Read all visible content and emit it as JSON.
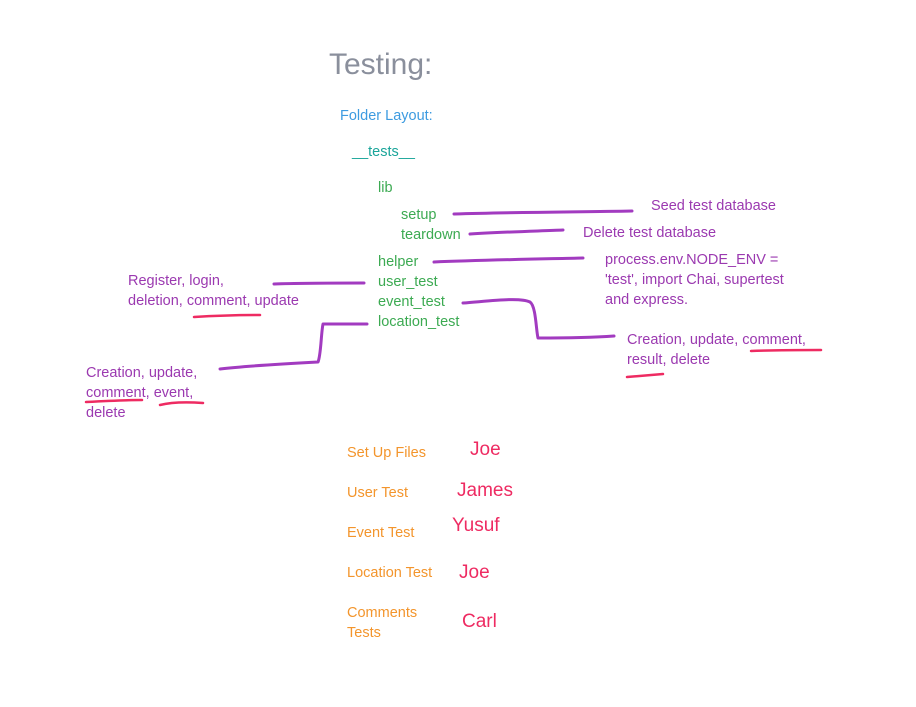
{
  "title": "Testing:",
  "folder_layout_label": "Folder Layout:",
  "tree": {
    "root": "__tests__",
    "lib": "lib",
    "setup": "setup",
    "teardown": "teardown",
    "helper": "helper",
    "user_test": "user_test",
    "event_test": "event_test",
    "location_test": "location_test"
  },
  "notes": {
    "setup": "Seed test database",
    "teardown": "Delete test database",
    "helper": [
      "process.env.NODE_ENV =",
      "'test', import Chai, supertest",
      "and express."
    ],
    "user_test": {
      "line1": "Register, login,",
      "line2_a": "deletion, ",
      "line2_b": "comment",
      "line2_c": ", update"
    },
    "event_test": {
      "line1_a": "Creation, update, ",
      "line1_b": "comment",
      "line1_c": ",",
      "line2_a": "result",
      "line2_b": ", delete"
    },
    "location_test": {
      "line1": "Creation, update,",
      "line2_a": "comment",
      "line2_b": ", ",
      "line2_c": "event",
      "line2_d": ",",
      "line3": "delete"
    }
  },
  "assignments": [
    {
      "task": "Set Up Files",
      "person": "Joe"
    },
    {
      "task": "User Test",
      "person": "James"
    },
    {
      "task": "Event Test",
      "person": "Yusuf"
    },
    {
      "task": "Location Test",
      "person": "Joe"
    },
    {
      "task": "Comments",
      "task_line2": "Tests",
      "person": "Carl"
    }
  ],
  "colors": {
    "title": "#8a8f9c",
    "heading": "#3d9be0",
    "root": "#1aa59a",
    "tree": "#3caa52",
    "notes": "#9b39b0",
    "tasks": "#f3952c",
    "people": "#ee2b62",
    "connector": "#a23bc0",
    "underline": "#ee2b62"
  }
}
